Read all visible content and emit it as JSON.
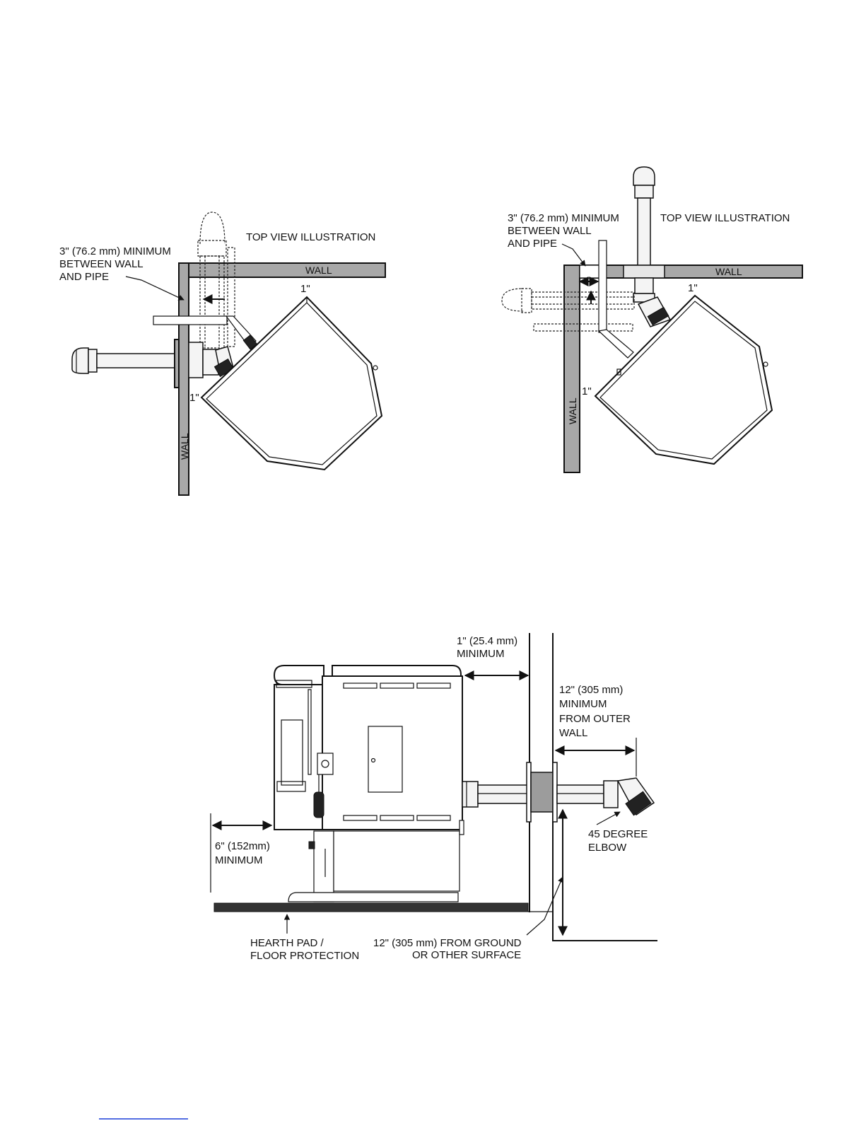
{
  "diagram1": {
    "title": "TOP VIEW ILLUSTRATION",
    "clearance_label": [
      "3\" (76.2 mm) MINIMUM",
      "BETWEEN WALL",
      "AND PIPE"
    ],
    "wall_top": "WALL",
    "wall_side": "WALL",
    "dim_top": "1\"",
    "dim_side": "1\""
  },
  "diagram2": {
    "title": "TOP VIEW ILLUSTRATION",
    "clearance_label": [
      "3\" (76.2 mm) MINIMUM",
      "BETWEEN WALL",
      "AND PIPE"
    ],
    "wall_top": "WALL",
    "wall_side": "WALL",
    "dim_top": "1\"",
    "dim_side": "1\""
  },
  "diagram3": {
    "back_clearance": [
      "1\" (25.4 mm)",
      "MINIMUM"
    ],
    "outer_wall_clearance": [
      "12\" (305 mm)",
      "MINIMUM",
      "FROM OUTER",
      "WALL"
    ],
    "front_clearance": [
      "6\" (152mm)",
      "MINIMUM"
    ],
    "elbow_label": [
      "45 DEGREE",
      "ELBOW"
    ],
    "hearth_label": [
      "HEARTH PAD /",
      "FLOOR PROTECTION"
    ],
    "ground_label": [
      "12\" (305 mm) FROM GROUND",
      "OR OTHER SURFACE"
    ]
  },
  "colors": {
    "wall_fill": "#a8a8a8",
    "ink": "#111111",
    "footer_link": "#1a3fd8"
  }
}
